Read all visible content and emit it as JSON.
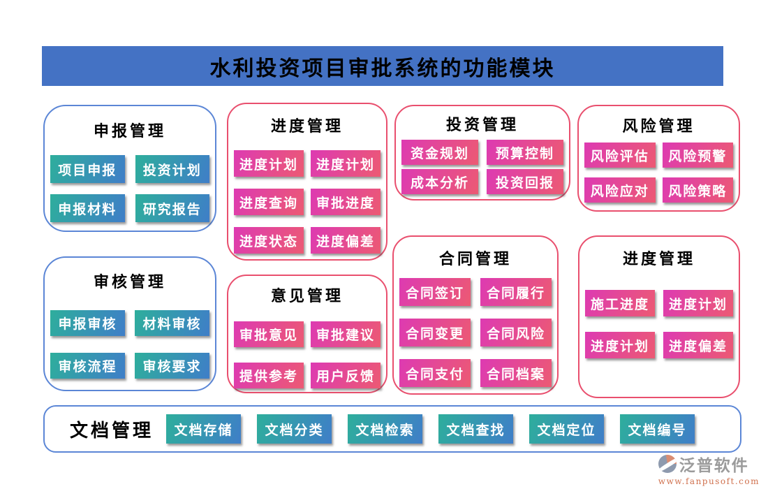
{
  "title": "水利投资项目审批系统的功能模块",
  "colors": {
    "title_bar_bg": "#4472C4",
    "blue_panel_border": "#5B86D6",
    "pink_panel_border": "#E94F6E",
    "teal_button_gradient": [
      "#2EAE9C",
      "#3F7EC8"
    ],
    "pink_button_gradient": [
      "#DD3AB2",
      "#EC5A73"
    ],
    "brand_text": "#9B9B9B",
    "brand_url": "#D0714E"
  },
  "panels": [
    {
      "title": "申报管理",
      "theme": "blue",
      "buttons": [
        "项目申报",
        "投资计划",
        "申报材料",
        "研究报告"
      ]
    },
    {
      "title": "进度管理",
      "theme": "pink",
      "buttons": [
        "进度计划",
        "进度计划",
        "进度查询",
        "审批进度",
        "进度状态",
        "进度偏差"
      ]
    },
    {
      "title": "投资管理",
      "theme": "pink",
      "buttons": [
        "资金规划",
        "预算控制",
        "成本分析",
        "投资回报"
      ]
    },
    {
      "title": "风险管理",
      "theme": "pink",
      "buttons": [
        "风险评估",
        "风险预警",
        "风险应对",
        "风险策略"
      ]
    },
    {
      "title": "审核管理",
      "theme": "blue",
      "buttons": [
        "申报审核",
        "材料审核",
        "审核流程",
        "审核要求"
      ]
    },
    {
      "title": "意见管理",
      "theme": "pink",
      "buttons": [
        "审批意见",
        "审批建议",
        "提供参考",
        "用户反馈"
      ]
    },
    {
      "title": "合同管理",
      "theme": "pink",
      "buttons": [
        "合同签订",
        "合同履行",
        "合同变更",
        "合同风险",
        "合同支付",
        "合同档案"
      ]
    },
    {
      "title": "进度管理",
      "theme": "pink",
      "buttons": [
        "施工进度",
        "进度计划",
        "进度计划",
        "进度偏差"
      ]
    }
  ],
  "doc_bar": {
    "title": "文档管理",
    "buttons": [
      "文档存储",
      "文档分类",
      "文档检索",
      "文档查找",
      "文档定位",
      "文档编号"
    ]
  },
  "footer": {
    "brand": "泛普软件",
    "url": "www.fanpusoft.com"
  }
}
